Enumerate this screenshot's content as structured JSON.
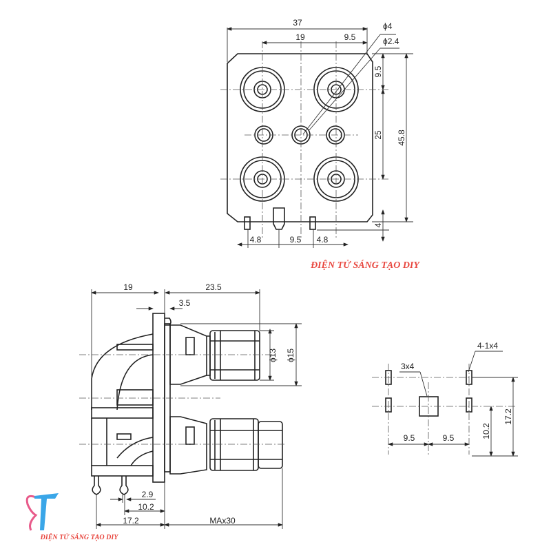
{
  "top_view": {
    "dims": {
      "width": "37",
      "pitch_x": "19",
      "half_pitch": "9.5",
      "dia_outer": "ϕ4",
      "dia_inner": "ϕ2.4",
      "top_offset": "9.5",
      "pitch_y": "25",
      "height": "45.8",
      "pin_length": "4",
      "pin_left": "4.8",
      "pin_mid": "9.5",
      "pin_right": "4.8"
    }
  },
  "side_view": {
    "dims": {
      "rear_depth": "19",
      "front_depth": "23.5",
      "flange": "3.5",
      "dia_13": "ϕ13",
      "dia_15": "ϕ15",
      "pin_w": "2.9",
      "pin_10": "10.2",
      "pin_17": "17.2",
      "max_len": "MAx30"
    }
  },
  "footprint": {
    "dims": {
      "pad_label": "4-1x4",
      "center_label": "3x4",
      "pitch_l": "9.5",
      "pitch_r": "9.5",
      "row_gap": "10.2",
      "total_h": "17.2"
    }
  },
  "watermark": {
    "text_mid": "ĐIỆN TỬ SÁNG TẠO DIY",
    "text_bottom": "ĐIỆN TỬ SÁNG TẠO DIY",
    "logo": "ST"
  },
  "colors": {
    "line": "#222222",
    "watermark": "#e8473f",
    "logo_blue": "#3aa6e8"
  }
}
